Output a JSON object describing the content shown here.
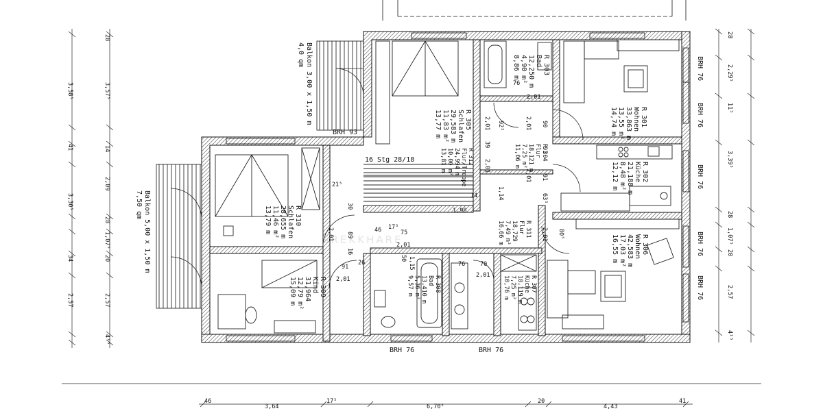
{
  "watermark": "SREKKHARE",
  "balconies": [
    {
      "label": "Balkon 3,00 x 1,50 m",
      "area": "4,0 qm"
    },
    {
      "label": "Balkon 5,00 x 1,50 m",
      "area": "7,50 qm"
    }
  ],
  "rooms": [
    {
      "id": "R 305",
      "name": "Schlafen",
      "l1": "29,583 m",
      "l2": "11,83 m²",
      "l3": "13,77 m"
    },
    {
      "id": "R 303",
      "name": "Bad",
      "l1": "12,250 m",
      "l2": "4,90 m²",
      "l3": "8,86 m"
    },
    {
      "id": "R 301",
      "name": "Wohnen",
      "l1": "33,863 m",
      "l2": "13,55 m²",
      "l3": "14,74 m"
    },
    {
      "id": "R 304",
      "name": "Flur",
      "l1": "18,121 m",
      "l2": "7,25 m²",
      "l3": "11,06 m"
    },
    {
      "id": "R 312",
      "name": "Flur/Treppe",
      "l1": "24,994 m",
      "l2": "10,00 m²",
      "l3": "13,81 m"
    },
    {
      "id": "R 302",
      "name": "Küche",
      "l1": "21,188 m",
      "l2": "8,48 m²",
      "l3": "12,12 m"
    },
    {
      "id": "R 310",
      "name": "Schlafen",
      "l1": "28,655 m",
      "l2": "11,46 m²",
      "l3": "13,79 m"
    },
    {
      "id": "R 311",
      "name": "Flur",
      "l1": "18,729",
      "l2": "7,49 m²",
      "l3": "16,66 m"
    },
    {
      "id": "R 306",
      "name": "Wohnen",
      "l1": "42,583 m",
      "l2": "17,03 m²",
      "l3": "16,55 m"
    },
    {
      "id": "R 309",
      "name": "Kind",
      "l1": "31,964",
      "l2": "12,79 m²",
      "l3": "15,09 m"
    },
    {
      "id": "R 308",
      "name": "Bad",
      "l1": "13,410 m",
      "l2": "5,36 m²",
      "l3": "9,57 m"
    },
    {
      "id": "R 307",
      "name": "Küche",
      "l1": "18,119 m",
      "l2": "7,25 m²",
      "l3": "10,76 m"
    }
  ],
  "brh": {
    "b93": "BRH 93",
    "b76": "BRH 76"
  },
  "stair": {
    "label": "16 Stg 28/18"
  },
  "left_dims": {
    "outer": [
      "3,58⁵",
      "3,30⁵",
      "2,57"
    ],
    "inner": [
      "28",
      "3,57⁵",
      "14",
      "2,09",
      "28",
      "1,07⁵",
      "20",
      "2,57",
      "4¹⁵"
    ],
    "mid": [
      "41",
      "34"
    ]
  },
  "right_dims": {
    "labels": [
      "28",
      "2,29⁵",
      "11⁵",
      "3,39⁵",
      "28",
      "1,07⁵",
      "20",
      "2,57",
      "4¹⁵"
    ]
  },
  "bottom_dims": [
    "46",
    "3,64",
    "17⁵",
    "6,70⁵",
    "20",
    "4,43",
    "41"
  ],
  "inner_dims": {
    "door_201": "2,01",
    "d76": "76",
    "d90": "90",
    "d91": "91",
    "d92": "92⁵",
    "d39": "39",
    "d114": "1,14",
    "d198": "1,98",
    "d14": "14",
    "d635": "63⁵",
    "d46": "46",
    "d175": "17⁵",
    "d75": "75",
    "d21": "21⁵",
    "d30": "30",
    "d89": "89",
    "d16": "16",
    "d26": "26",
    "d50": "50",
    "d115": "1,15",
    "d70": "70",
    "d805": "80⁵",
    "d8e": "8"
  }
}
